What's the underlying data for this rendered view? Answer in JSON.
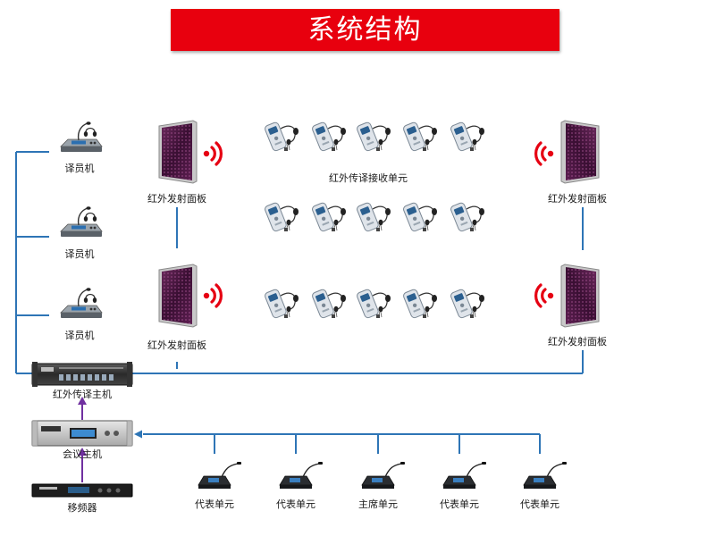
{
  "title": "系统结构",
  "labels": {
    "interpreter": "译员机",
    "ir_panel": "红外发射面板",
    "receiver_unit": "红外传译接收单元",
    "ir_host": "红外传译主机",
    "conf_host": "会议主机",
    "freq_shifter": "移频器",
    "delegate": "代表单元",
    "chairman": "主席单元"
  },
  "colors": {
    "banner": "#e8000e",
    "line_blue": "#2e75b6",
    "arrow_purple": "#7030a0",
    "signal_red": "#e60012"
  },
  "icons": {
    "interpreter": "interpreter-console-icon",
    "ir_panel": "ir-radiator-panel-icon",
    "receiver": "ir-receiver-headphone-icon",
    "rack": "rack-unit-icon",
    "gooseneck": "gooseneck-microphone-icon"
  }
}
